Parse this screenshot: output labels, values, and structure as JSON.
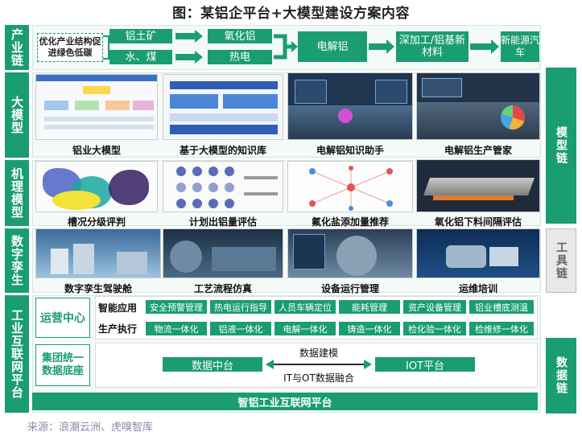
{
  "title": "图：某铝企平台+大模型建设方案内容",
  "rows": {
    "industry_chain": "产业链",
    "large_model": "大模型",
    "mechanism_model": "机理模型",
    "digital_twin": "数字孪生",
    "industrial_internet": "工业互联网平台"
  },
  "chain": {
    "optimize": "优化产业结构促进绿色低碳",
    "bauxite": "铝土矿",
    "water_coal": "水、煤",
    "alumina": "氧化铝",
    "thermal_power": "热电",
    "electrolytic": "电解铝",
    "deep_processing": "深加工/铝基新材料",
    "new_energy_car": "新能源汽车"
  },
  "large_model_items": [
    "铝业大模型",
    "基于大模型的知识库",
    "电解铝知识助手",
    "电解铝生产管家"
  ],
  "mechanism_items": [
    "槽况分级评判",
    "计划出铝量评估",
    "氟化盐添加量推荐",
    "氧化铝下料间隔评估"
  ],
  "twin_items": [
    "数字孪生驾驶舱",
    "工艺流程仿真",
    "设备运行管理",
    "运维培训"
  ],
  "ops_center": {
    "label": "运营中心",
    "smart_app_label": "智能应用",
    "smart_apps": [
      "安全预警管理",
      "热电运行指导",
      "人员车辆定位",
      "能耗管理",
      "资产设备管理",
      "铝业槽底测温"
    ],
    "production_label": "生产执行",
    "production": [
      "物流一体化",
      "铝液一体化",
      "电解一体化",
      "铸造一体化",
      "检化验一体化",
      "检维修一体化"
    ]
  },
  "data_base": {
    "label": "集团统一数据底座",
    "data_platform": "数据中台",
    "iot_platform": "IOT平台",
    "modeling": "数据建模",
    "fusion": "IT与OT数据融合"
  },
  "platform_bar": "智铝工业互联网平台",
  "side_tags": {
    "model_chain": "模型链",
    "tool_chain": "工具链",
    "data_chain": "数据链"
  },
  "source": "来源：浪潮云洲、虎嗅智库",
  "colors": {
    "accent": "#1a9d70",
    "gray": "#9a9a9a"
  }
}
